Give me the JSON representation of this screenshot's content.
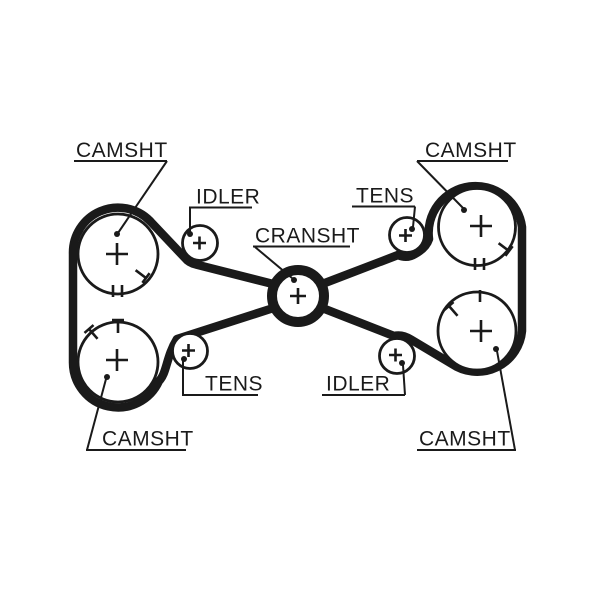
{
  "colors": {
    "line": "#1a1a1a",
    "background": "#ffffff"
  },
  "diagram": {
    "type": "timing-belt-routing",
    "labels": {
      "camsht_tl": "CAMSHT",
      "idler_tl": "IDLER",
      "cransht": "CRANSHT",
      "tens_tr": "TENS",
      "camsht_tr": "CAMSHT",
      "tens_bl": "TENS",
      "idler_br": "IDLER",
      "camsht_bl": "CAMSHT",
      "camsht_br": "CAMSHT"
    }
  }
}
